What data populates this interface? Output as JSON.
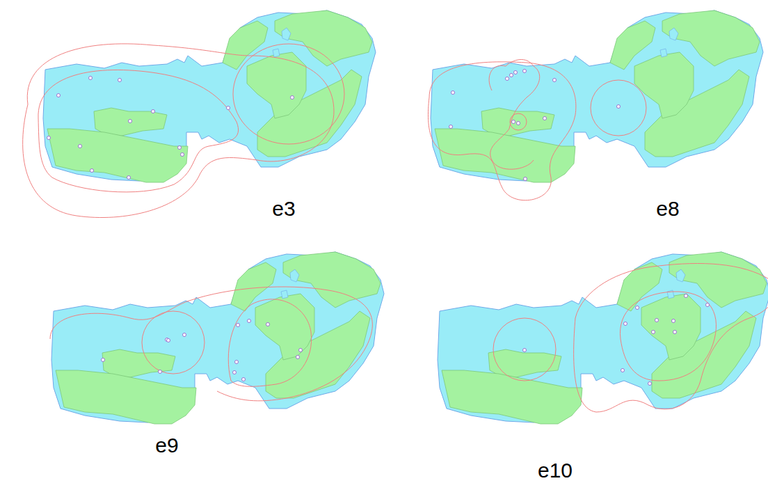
{
  "diagram": {
    "labels": [
      "e3",
      "e8",
      "e9",
      "e10"
    ]
  }
}
